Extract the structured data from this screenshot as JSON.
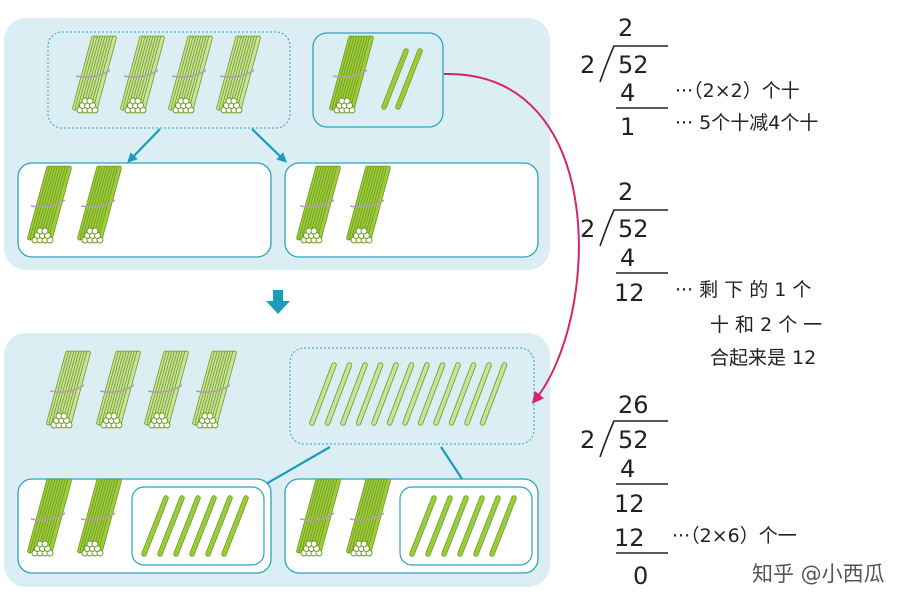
{
  "colors": {
    "panel_bg": "#daeef4",
    "box_border": "#2aa4bf",
    "arrow_teal": "#1a9cbb",
    "arrow_magenta": "#d6246e",
    "stick_green": "#9ccc3a",
    "stick_green_light": "#c9e39a",
    "stick_dark": "#6f9a22",
    "tie": "#b89bb0"
  },
  "division_steps": [
    {
      "quotient": "2",
      "divisor": "2",
      "dividend": "52",
      "lines": [
        {
          "value": "4",
          "note": "···（2×2）个十",
          "underline": true
        },
        {
          "value": "1",
          "note": "··· 5个十减4个十",
          "underline": false
        }
      ]
    },
    {
      "quotient": "2",
      "divisor": "2",
      "dividend": "52",
      "lines": [
        {
          "value": "4",
          "note": "",
          "underline": true
        },
        {
          "value": "12",
          "note": "··· 剩 下 的 1 个",
          "underline": false
        }
      ],
      "note_continuation": [
        "十 和 2 个 一",
        "合起来是 12"
      ]
    },
    {
      "quotient": "26",
      "divisor": "2",
      "dividend": "52",
      "lines": [
        {
          "value": "4",
          "note": "",
          "underline": true
        },
        {
          "value": "12",
          "note": "",
          "underline": false
        },
        {
          "value": "12",
          "note": "···（2×6）个一",
          "underline": true
        },
        {
          "value": "0",
          "note": "",
          "underline": false
        }
      ]
    }
  ],
  "watermark": "知乎 @小西瓜"
}
